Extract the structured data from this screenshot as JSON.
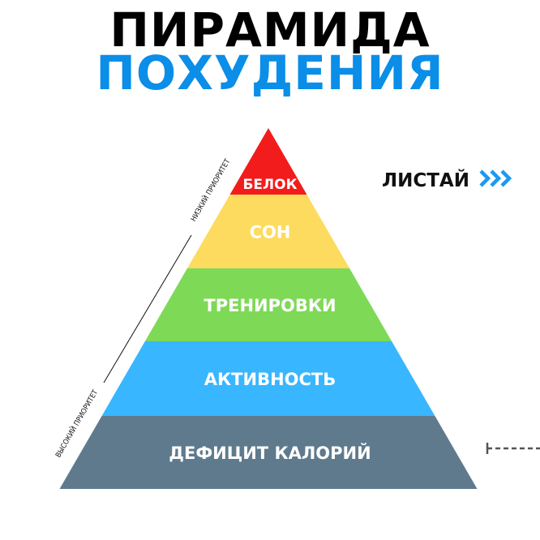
{
  "title": {
    "line1": "ПИРАМИДА",
    "line2": "ПОХУДЕНИЯ",
    "line1_color": "#000000",
    "line2_color": "#0a8ee8"
  },
  "swipe": {
    "label": "ЛИСТАЙ",
    "icon": "triple-chevron-right-icon",
    "icon_color": "#1a9af0"
  },
  "pyramid": {
    "levels": [
      {
        "label": "БЕЛОК",
        "color": "#f21c1c"
      },
      {
        "label": "СОН",
        "color": "#fddb5e"
      },
      {
        "label": "ТРЕНИРОВКИ",
        "color": "#7ed957"
      },
      {
        "label": "АКТИВНОСТЬ",
        "color": "#38b6ff"
      },
      {
        "label": "ДЕФИЦИТ КАЛОРИЙ",
        "color": "#5f7a8d"
      }
    ]
  },
  "priority": {
    "low": "НИЗКИЙ ПРИОРИТЕТ",
    "high": "ВЫСОКИЙ ПРИОРИТЕТ"
  }
}
